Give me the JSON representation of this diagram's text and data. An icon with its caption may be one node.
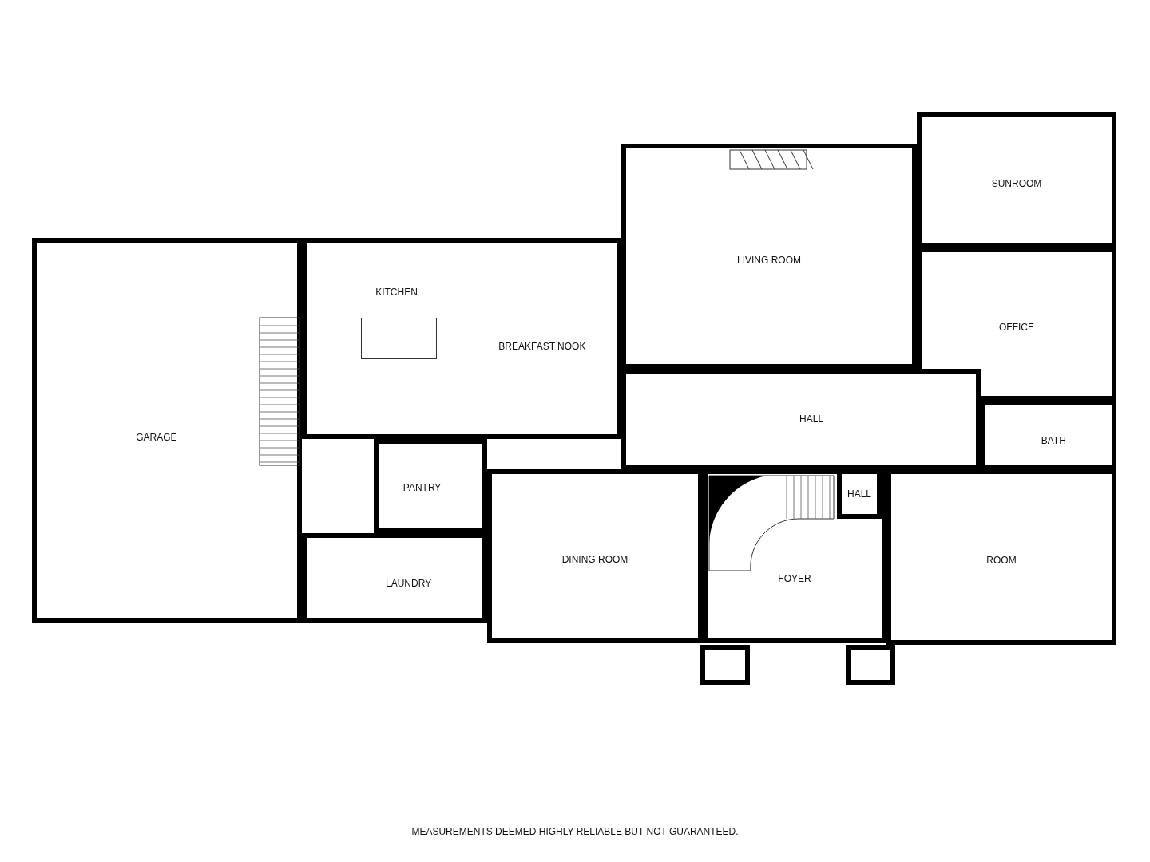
{
  "diagram": {
    "nodes": [
      {
        "text": [
          "GARAGE"
        ]
      },
      {
        "text": [
          "KITCHEN",
          "BREAKFAST NOOK"
        ]
      },
      {
        "text": [
          "LIVING ROOM"
        ]
      },
      {
        "text": [
          "SUNROOM"
        ]
      },
      {
        "text": [
          "OFFICE"
        ]
      },
      {
        "text": [
          "HALL"
        ]
      },
      {
        "text": [
          "BATH"
        ]
      },
      {
        "text": [
          "PANTRY"
        ]
      },
      {
        "text": [
          "HALL"
        ],
        "in": 10
      },
      {
        "text": [
          "DINING ROOM"
        ]
      },
      {
        "text": [
          "FOYER"
        ]
      },
      {
        "text": [
          "ROOM"
        ]
      },
      {
        "text": [
          "LAUNDRY"
        ]
      },
      {
        "text": [],
        "shape": "box",
        "in": 1
      }
    ],
    "edges": [],
    "labels": [
      "MEASUREMENTS DEEMED HIGHLY RELIABLE BUT NOT GUARANTEED."
    ]
  }
}
